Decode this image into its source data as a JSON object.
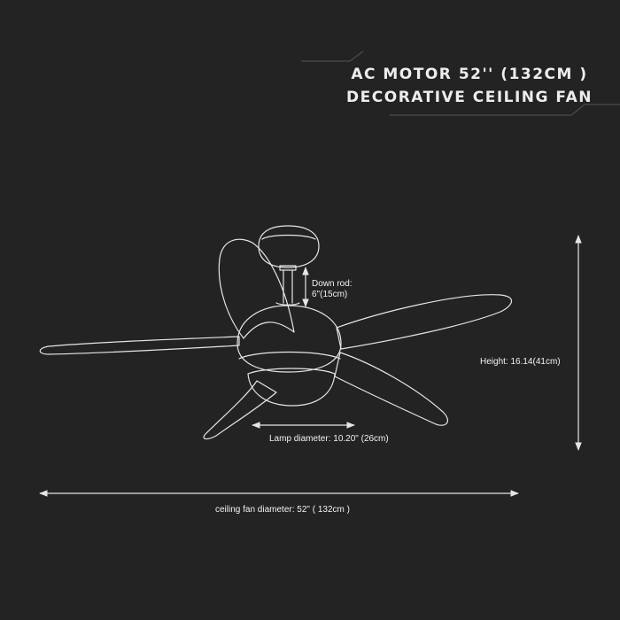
{
  "title": {
    "line1": "AC MOTOR 52'' (132CM )",
    "line2": "DECORATIVE CEILING FAN"
  },
  "labels": {
    "down_rod": "Down rod:",
    "down_rod_value": "6\"(15cm)",
    "height": "Height: 16.14(41cm)",
    "lamp_diameter": "Lamp diameter: 10.20\" (26cm)",
    "fan_diameter": "ceiling fan diameter: 52\" ( 132cm )"
  },
  "colors": {
    "background": "#232323",
    "line": "#e6e6e6",
    "text": "#f2f2f2"
  }
}
